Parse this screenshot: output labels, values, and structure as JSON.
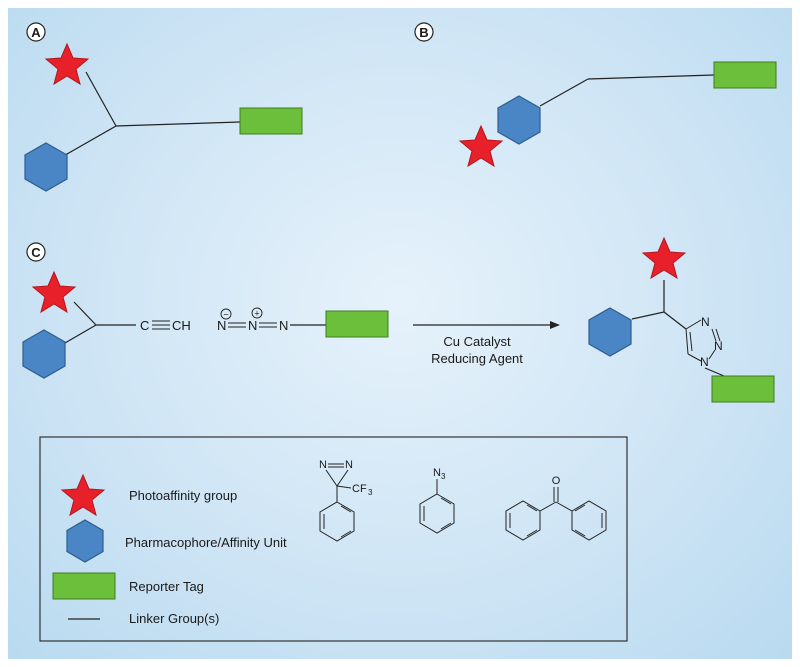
{
  "panels": {
    "a": "A",
    "b": "B",
    "c": "C"
  },
  "reaction": {
    "alkyne_c": "C",
    "alkyne_ch": "CH",
    "azide_n1": "N",
    "azide_n2": "N",
    "azide_n3": "N",
    "minus_sign": "−",
    "plus_sign": "+",
    "arrow_line1": "Cu Catalyst",
    "arrow_line2": "Reducing Agent",
    "triazole_n_top": "N",
    "triazole_n_mid": "N",
    "triazole_n_bottom": "N"
  },
  "legend": {
    "photoaffinity": "Photoaffinity group",
    "pharmacophore": "Pharmacophore/Affinity Unit",
    "reporter": "Reporter Tag",
    "linker": "Linker Group(s)",
    "diazirine_n": "N",
    "diazirine_n2": "N",
    "cf3_main": "CF",
    "cf3_sub": "3",
    "azide_n": "N",
    "azide_sub": "3",
    "benzophenone_o": "O"
  },
  "colors": {
    "star": "#e8202a",
    "hexagon": "#4a86c5",
    "tag": "#6cbf3a"
  }
}
